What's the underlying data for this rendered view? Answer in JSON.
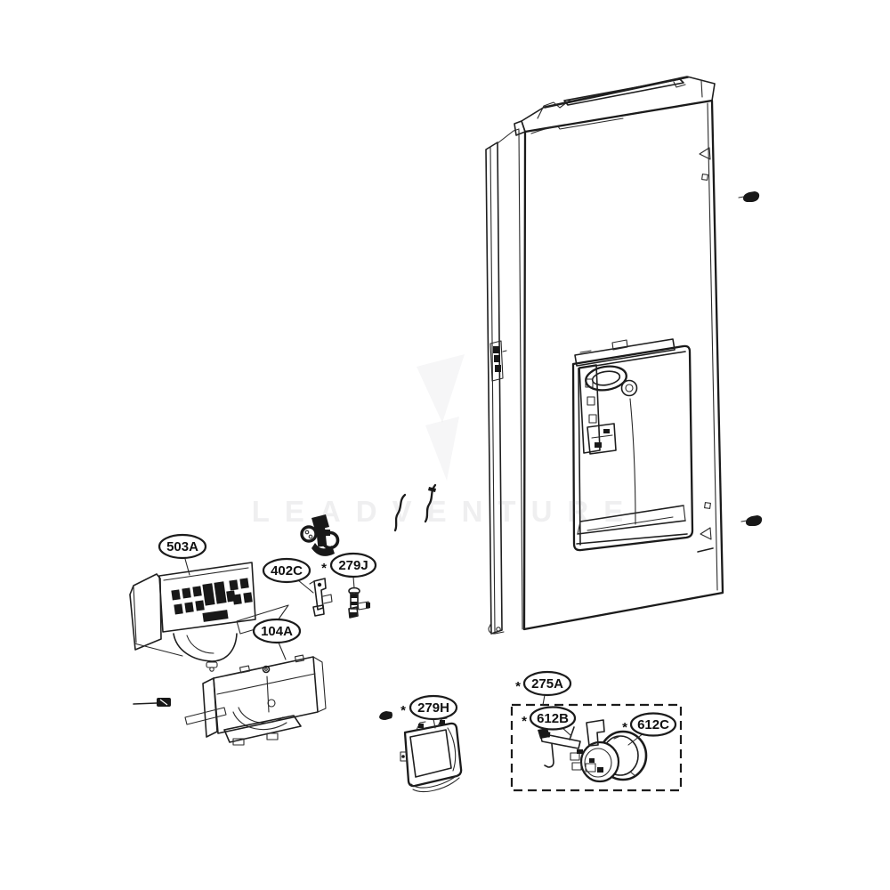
{
  "page": {
    "background_color": "#ffffff",
    "line_color": "#1f1f1f"
  },
  "diagram": {
    "kind": "exploded-parts-line-drawing",
    "subject": "refrigerator dispenser door assembly",
    "watermark": {
      "text": "LEADVENTURE"
    },
    "labels": [
      {
        "text": "503A",
        "prefix": ""
      },
      {
        "text": "402C",
        "prefix": ""
      },
      {
        "text": "279J",
        "prefix": "*"
      },
      {
        "text": "104A",
        "prefix": ""
      },
      {
        "text": "279H",
        "prefix": "*"
      },
      {
        "text": "275A",
        "prefix": "*"
      },
      {
        "text": "612B",
        "prefix": "*"
      },
      {
        "text": "612C",
        "prefix": "*"
      }
    ]
  }
}
